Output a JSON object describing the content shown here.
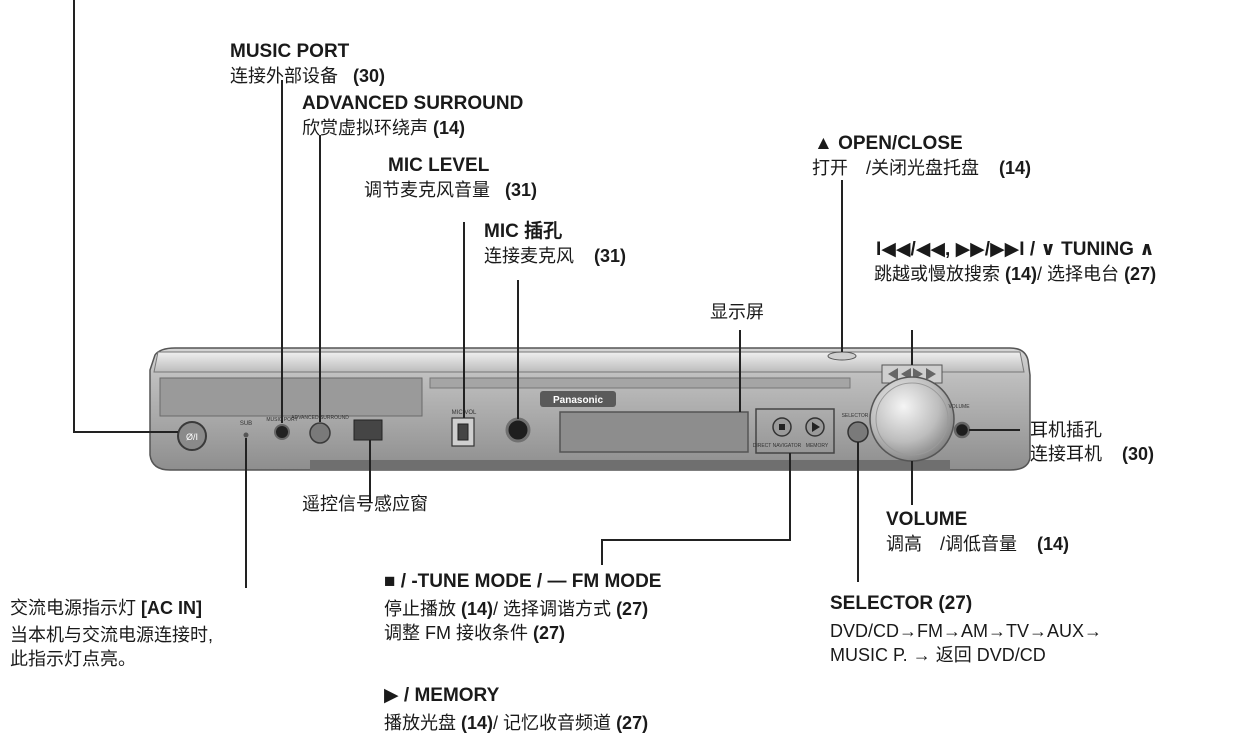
{
  "brand": "Panasonic",
  "panel_texts": {
    "music_port": "MUSIC PORT",
    "surround": "ADVANCED SURROUND",
    "mic_vol": "MIC VOL",
    "selector": "SELECTOR",
    "volume": "VOLUME",
    "direct_navigator": "DIRECT NAVIGATOR",
    "memory": "MEMORY",
    "sub": "SUB",
    "power": "Ø/I"
  },
  "labels": {
    "music_port": {
      "title": "MUSIC PORT",
      "desc": "连接外部设备",
      "ref": "(30)"
    },
    "advanced_surround": {
      "title": "ADVANCED SURROUND",
      "desc": "欣赏虚拟环绕声",
      "ref": "(14)"
    },
    "mic_level": {
      "title": "MIC LEVEL",
      "desc": "调节麦克风音量",
      "ref": "(31)"
    },
    "mic_jack": {
      "title": "MIC 插孔",
      "desc": "连接麦克风",
      "ref": "(31)"
    },
    "display": {
      "desc": "显示屏"
    },
    "open_close": {
      "title": "▲ OPEN/CLOSE",
      "desc": "打开　/关闭光盘托盘",
      "ref": "(14)"
    },
    "tuning": {
      "title": "I◀◀/◀◀, ▶▶/▶▶I / ∨ TUNING ∧",
      "desc_a": "跳越或慢放搜索",
      "ref_a": "(14)",
      "desc_b": "/ 选择电台",
      "ref_b": "(27)"
    },
    "headphones": {
      "title": "耳机插孔",
      "desc": "连接耳机",
      "ref": "(30)"
    },
    "remote_sensor": {
      "desc": "遥控信号感应窗"
    },
    "volume": {
      "title": "VOLUME",
      "desc": "调高　/调低音量",
      "ref": "(14)"
    },
    "ac_in": {
      "title_a": "交流电源指示灯",
      "title_b": "[AC IN]",
      "line1": "当本机与交流电源连接时,",
      "line2": "此指示灯点亮。"
    },
    "stop_tune": {
      "title": "■ / -TUNE MODE / — FM MODE",
      "line1": "停止播放",
      "ref1": "(14)",
      "line1b": "/ 选择调谐方式",
      "ref1b": "(27)",
      "line2": "调整 FM 接收条件",
      "ref2": "(27)"
    },
    "play_memory": {
      "title": "▶ / MEMORY",
      "line1": "播放光盘",
      "ref1": "(14)",
      "line1b": "/ 记忆收音频道",
      "ref1b": "(27)"
    },
    "selector": {
      "title": "SELECTOR",
      "ref": "(27)",
      "line1": "DVD/CD→FM→AM→TV→AUX→",
      "line2": "MUSIC P. → 返回 DVD/CD"
    }
  }
}
